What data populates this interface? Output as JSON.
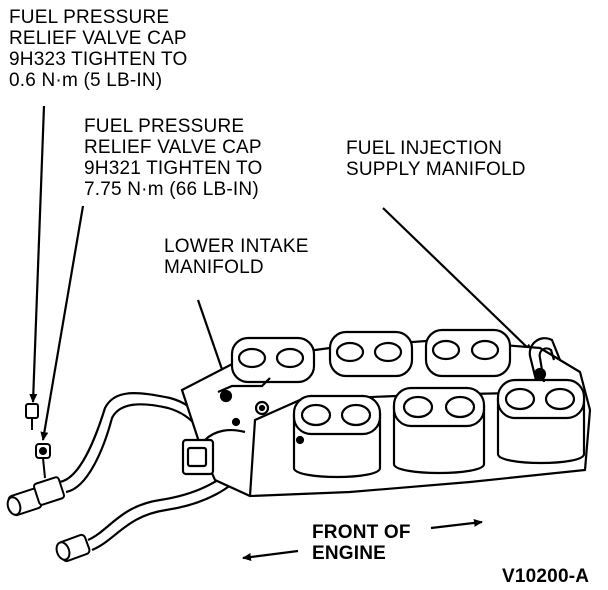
{
  "labels": {
    "cap_9h323": [
      "FUEL PRESSURE",
      "RELIEF VALVE CAP",
      "9H323 TIGHTEN TO",
      "0.6 N·m (5 LB-IN)"
    ],
    "cap_9h321": [
      "FUEL PRESSURE",
      "RELIEF VALVE CAP",
      "9H321 TIGHTEN TO",
      "7.75 N·m (66 LB-IN)"
    ],
    "supply_manifold": [
      "FUEL INJECTION",
      "SUPPLY MANIFOLD"
    ],
    "lower_intake": [
      "LOWER INTAKE",
      "MANIFOLD"
    ],
    "front_of_engine": [
      "FRONT OF",
      "ENGINE"
    ],
    "figure_id": "V10200-A"
  }
}
